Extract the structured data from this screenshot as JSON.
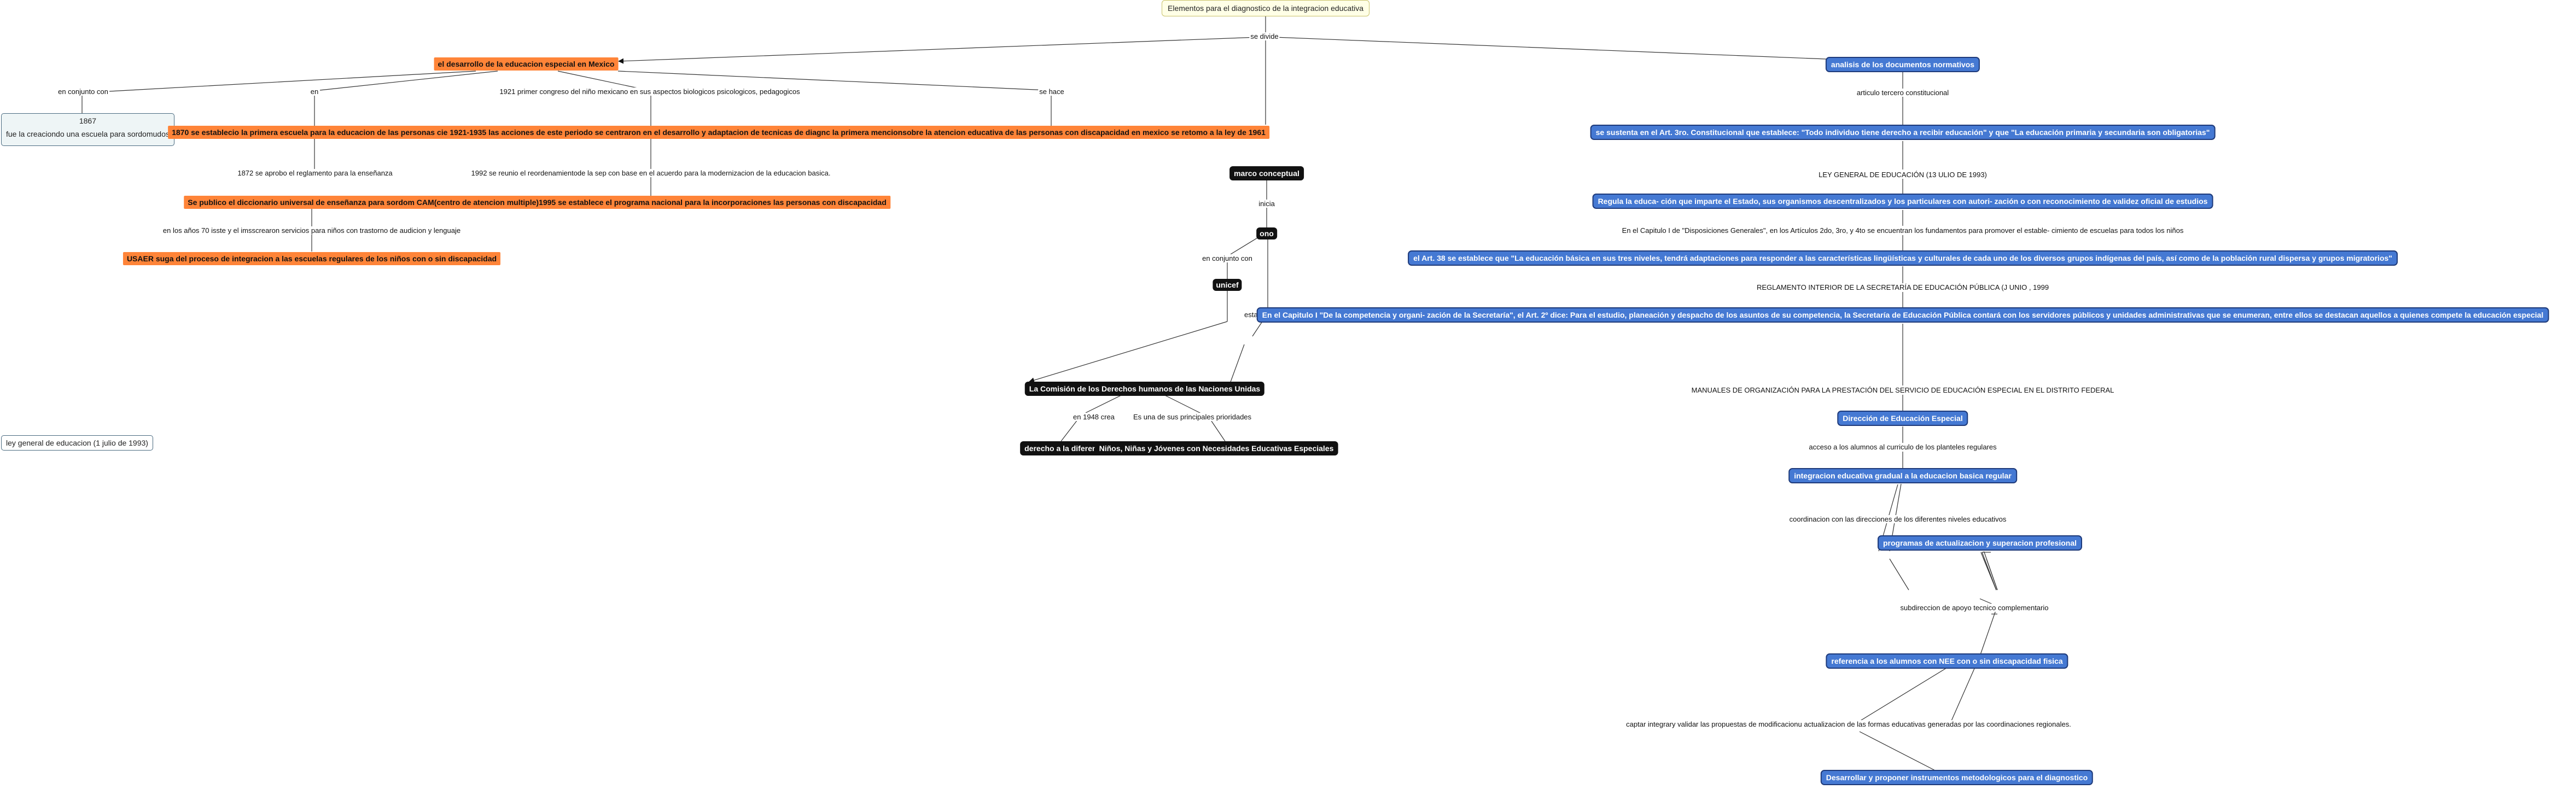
{
  "concepts": {
    "root": "Elementos para el diagnostico de la integracion educativa",
    "desarrollo": "el desarrollo de la educacion especial en Mexico",
    "analisis": "analisis de los documentos normativos",
    "y1867_title": "1867",
    "y1867_body": "fue la creaciondo una escuela para sordomudos",
    "y1870": "1870 se establecio la primera escuela para la educacion de las personas cie  1921-1935 las acciones de este  periodo se centraron en el desarrollo y adaptacion de tecnicas de diagnc  la primera mencionsobre la atencion educativa de las personas con discapacidad en mexico se retomo a la ley de 1961",
    "diccionario": "Se publico el diccionario universal de enseñanza para sordom  CAM(centro de atencion multiple)1995 se establece el programa nacional para la incorporaciones las personas con discapacidad",
    "usaer": "USAER suga del proceso de integracion a las escuelas regulares de los niños con o sin discapacidad",
    "ley_general": "ley general de educacion (1 julio de 1993)",
    "marco": "marco conceptual",
    "ono": "ono",
    "unicef": "unicef",
    "comision": "La Comisión de los  Derechos humanos de las  Naciones Unidas",
    "derecho": "derecho a la diferencia",
    "ninos": "Niños, Niñas y Jóvenes con  Necesidades Educativas Especiales",
    "sustenta": "se sustenta en el Art. 3ro. Constitucional que  establece: \"Todo individuo tiene derecho  a recibir educación\" y que \"La educación  primaria y secundaria son obligatorias\"",
    "regula": "Regula la educa- ción que imparte el Estado, sus organismos  descentralizados y los particulares con autori- zación o con reconocimiento de validez oficial  de estudios",
    "art38": "el Art. 38 se establece que \"La educación  básica en sus tres niveles, tendrá adaptaciones  para responder a las características lingüísticas  y culturales de cada uno de los diversos grupos  indígenas del país, así como de la población  rural dispersa y grupos migratorios\"",
    "capitulo1": "En el Capitulo I \"De la competencia y organi- zación de la Secretaría\", el Art. 2º dice: Para el  estudio, planeación y despacho de los asuntos  de su competencia, la Secretaría de Educación  Pública contará con los servidores públicos  y unidades administrativas que se enumeran,  entre ellos se destacan aquellos a quienes  compete la educación especial",
    "direccion": "Dirección de Educación Especial",
    "integracion": "integracion educativa gradual a la educacion basica regular",
    "programas": "programas de actualizacion y superacion profesional",
    "referencia": "referencia a los alumnos con NEE con o sin discapacidad fisica",
    "desarrollar": "Desarrollar y proponer instrumentos metodologicos para el diagnostico"
  },
  "links": {
    "se_divide": "se divide",
    "en_conjunto": "en conjunto con",
    "en": "en",
    "congreso": "1921 primer congreso del niño mexicano en sus aspectos biologicos psicologicos, pedagogicos",
    "se_hace": "se hace",
    "reglamento": "1872 se aprobo el reglamento para la enseñanza",
    "sep1992": "1992 se reunio el reordenamientode la sep con base en el acuerdo para la modernizacion de la educacion basica.",
    "anos70": "en los años 70 isste y el imsscrearon servicios para niños con trastorno de audicion y lenguaje",
    "inicia": "inicia",
    "en_conjunto_con": "en conjunto con",
    "esta_a_favor": "esta a favor de",
    "en_1948": "en 1948 crea",
    "prioridades": "Es una de sus principales prioridades",
    "articulo": "articulo tercero constitucional",
    "ley1993": "LEY  GENERAL DE  EDUCACIÓN  (13 ULIO DE  1993)",
    "capitulo_i": "En el Capitulo I de \"Disposiciones Generales\",  en los Artículos 2do, 3ro, y 4to se encuentran  los fundamentos para promover el estable- cimiento de escuelas para todos los niños",
    "reglamento_sep": "REGLAMENTO  INTERIOR DE LA  SECRETARÍA DE  EDUCACIÓN PÚBLICA  (J UNIO , 1999",
    "manuales": "MANUALES DE  ORGANIZACIÓN PARA LA PRESTACIÓN DEL  SERVICIO DE  EDUCACIÓN   ESPECIAL EN EL DISTRITO  FEDERAL",
    "acceso": "acceso a los alumnos al curriculo de los planteles regulares",
    "coordinacion": "coordinacion con las direcciones de los diferentes niveles educativos",
    "subdireccion": "subdireccion de apoyo tecnico complementario",
    "captar": "captar integrary validar las propuestas de modificacionu actualizacion de las formas educativas generadas por las coordinaciones regionales."
  }
}
